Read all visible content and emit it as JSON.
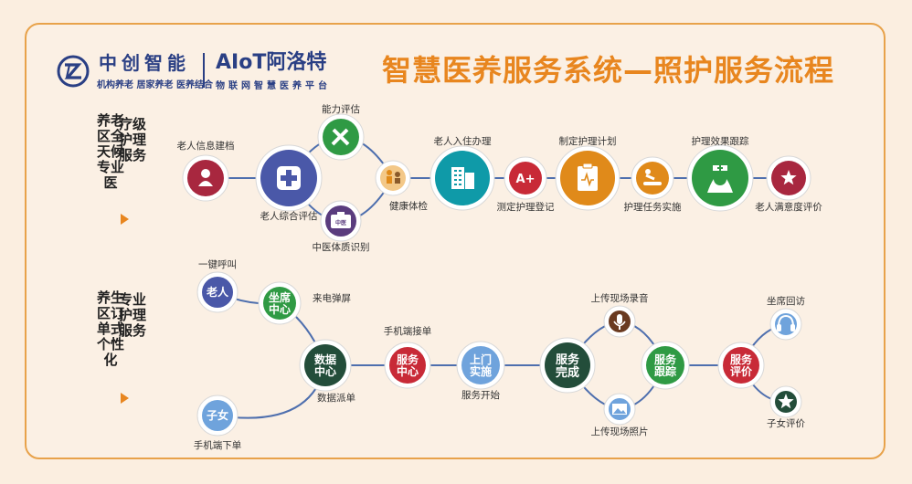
{
  "header": {
    "brand_cn": "中创智能",
    "brand_sub": "机构养老 居家养老 医养结合",
    "aiot_logo": "AIoT阿洛特",
    "aiot_sub": "物联网智慧医养平台",
    "title": "智慧医养服务系统—照护服务流程"
  },
  "left_labels": [
    {
      "col_a": "疗级护理服务",
      "col_b": "养老区全天候专业医"
    },
    {
      "col_a": "专业护理服务",
      "col_b": "养生区订单式个性化"
    }
  ],
  "colors": {
    "accent": "#e8861f",
    "line": "#4e6fae",
    "dark_red": "#a8273f",
    "blue": "#4a58a8",
    "green": "#2f9a44",
    "purple": "#5a3c7e",
    "teal": "#0f9aa8",
    "red": "#c82a37",
    "orange": "#e08a1a",
    "light_blue": "#6fa3dc",
    "dark_green": "#234d3a"
  },
  "flow1": {
    "nodes": [
      {
        "id": "n1",
        "label": "老人信息建档",
        "icon": "user-icon"
      },
      {
        "id": "n2",
        "label": "老人综合评估",
        "icon": "medical-cross-icon"
      },
      {
        "id": "n3",
        "label": "能力评估",
        "icon": "pencil-ruler-icon"
      },
      {
        "id": "n4",
        "label": "中医体质识别",
        "icon": "tcm-kit-icon",
        "badge": "中医"
      },
      {
        "id": "n5",
        "label": "健康体检",
        "icon": "doctor-patient-icon"
      },
      {
        "id": "n6",
        "label": "老人入住办理",
        "icon": "building-icon"
      },
      {
        "id": "n7",
        "label": "测定护理登记",
        "icon": "grade-a-plus-icon",
        "badge": "A+"
      },
      {
        "id": "n8",
        "label": "制定护理计划",
        "icon": "clipboard-icon"
      },
      {
        "id": "n9",
        "label": "护理任务实施",
        "icon": "cpr-icon"
      },
      {
        "id": "n10",
        "label": "护理效果跟踪",
        "icon": "nurse-icon"
      },
      {
        "id": "n11",
        "label": "老人满意度评价",
        "icon": "star-icon"
      }
    ]
  },
  "flow2": {
    "nodes": [
      {
        "id": "m1",
        "text": "老人",
        "label": "一键呼叫"
      },
      {
        "id": "m2",
        "text": "坐席中心",
        "label": "来电弹屏"
      },
      {
        "id": "m3",
        "text": "子女",
        "label": "手机端下单"
      },
      {
        "id": "m4",
        "text": "数据中心",
        "label": "数据派单"
      },
      {
        "id": "m5",
        "text": "服务中心",
        "label": "手机端接单"
      },
      {
        "id": "m6",
        "text": "上门实施",
        "label": "服务开始"
      },
      {
        "id": "m7",
        "text": "服务完成",
        "label": ""
      },
      {
        "id": "m8",
        "text": "",
        "label": "上传现场录音",
        "icon": "microphone-icon"
      },
      {
        "id": "m9",
        "text": "",
        "label": "上传现场照片",
        "icon": "photo-icon"
      },
      {
        "id": "m10",
        "text": "服务跟踪",
        "label": ""
      },
      {
        "id": "m11",
        "text": "服务评价",
        "label": ""
      },
      {
        "id": "m12",
        "text": "",
        "label": "坐席回访",
        "icon": "headset-icon"
      },
      {
        "id": "m13",
        "text": "",
        "label": "子女评价",
        "icon": "star-icon"
      }
    ]
  }
}
